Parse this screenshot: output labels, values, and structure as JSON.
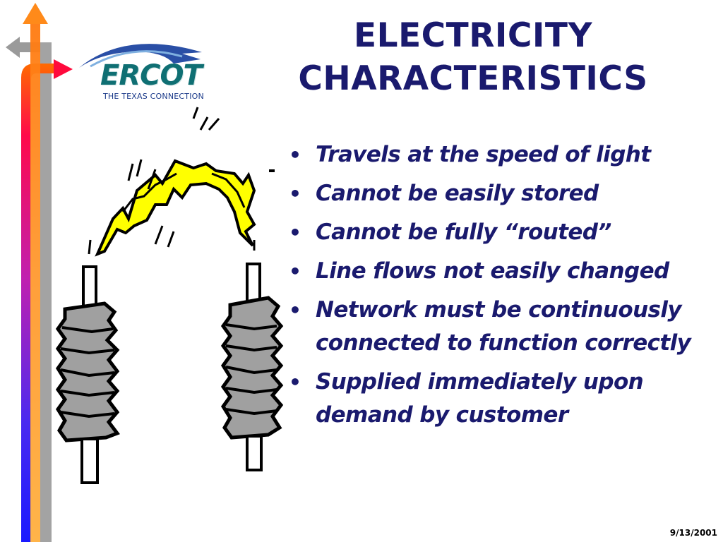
{
  "slide": {
    "title_line1": "ELECTRICITY",
    "title_line2": "CHARACTERISTICS",
    "bullets": [
      "Travels at the speed of light",
      "Cannot be easily stored",
      "Cannot be fully “routed”",
      "Line flows not easily changed",
      "Network must be continuously connected to function correctly",
      "Supplied immediately upon demand by customer"
    ],
    "bullet_symbol": "•",
    "date": "9/13/2001"
  },
  "logo": {
    "name": "ERCOT",
    "tagline": "THE TEXAS CONNECTION"
  },
  "colors": {
    "title": "#1a1a6e",
    "text": "#1a1a6e",
    "logo_teal": "#0f6f73",
    "logo_navy": "#1b3a8a",
    "bar_top": "#ff6600",
    "bar_mid": "#ff0055",
    "bar_bottom": "#1a1aff",
    "bar_grey": "#a0a0a0",
    "spark_yellow": "#ffff00",
    "insulator_grey": "#a0a0a0"
  },
  "icons": {
    "decoration": "axis-arrows-decoration",
    "clipart": "insulators-with-electric-arc"
  }
}
